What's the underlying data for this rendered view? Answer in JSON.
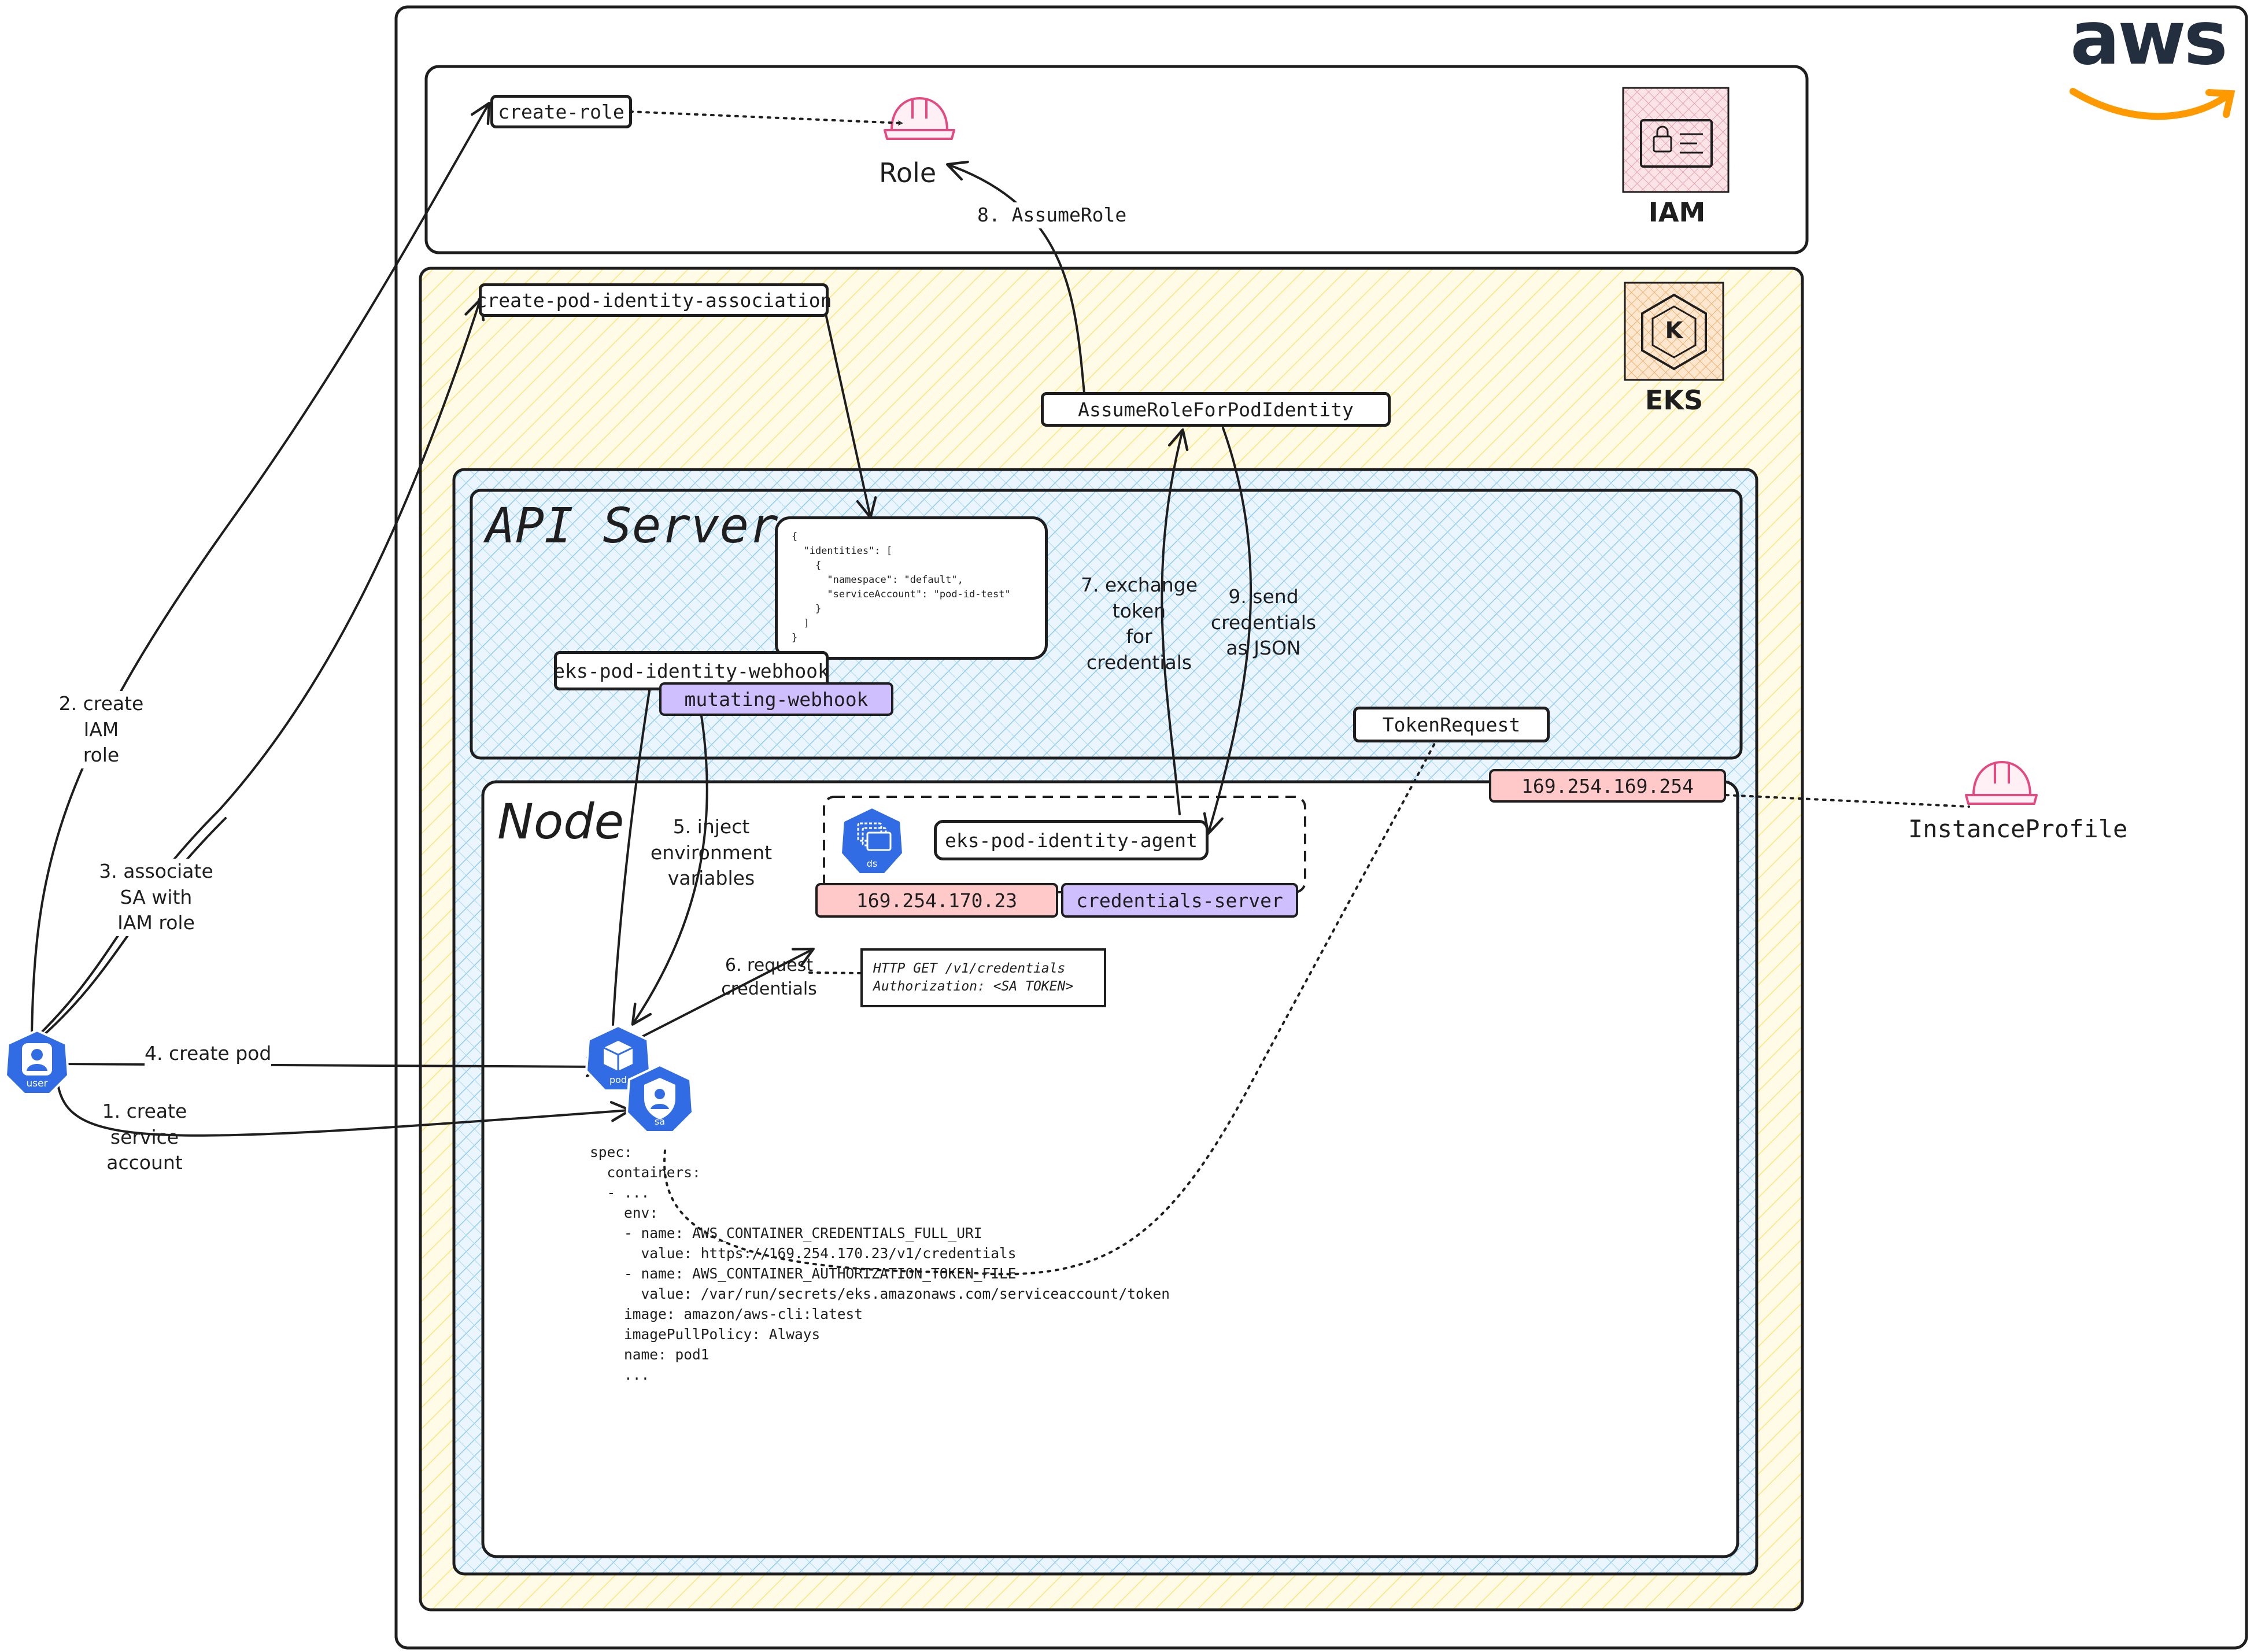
{
  "brand": {
    "logo": "aws"
  },
  "colors": {
    "eks_zone": "#fff4c4",
    "api_zone": "#c9e7fb",
    "ip_pill": "#ffc9c9",
    "purple_pill": "#d0bfff",
    "k8s_blue": "#326ce5",
    "role_pink": "#e64980",
    "aws_orange": "#ff9900"
  },
  "iam": {
    "label": "IAM",
    "icon": "iam-icon",
    "create_role": "create-role",
    "role_label": "Role",
    "role_icon": "hard-hat-icon"
  },
  "eks": {
    "label": "EKS",
    "icon": "eks-icon",
    "create_pia": "create-pod-identity-association",
    "assume_pi": "AssumeRoleForPodIdentity"
  },
  "api_server": {
    "title": "API Server",
    "webhook": "eks-pod-identity-webhook",
    "mutating": "mutating-webhook",
    "token_request": "TokenRequest",
    "json_lines": [
      "{",
      "  \"identities\": [",
      "    {",
      "      \"namespace\": \"default\",",
      "      \"serviceAccount\": \"pod-id-test\"",
      "    }",
      "  ]",
      "}"
    ]
  },
  "node": {
    "title": "Node",
    "agent": "eks-pod-identity-agent",
    "agent_icon": "ds-icon",
    "agent_icon_label": "ds",
    "agent_ip": "169.254.170.23",
    "credentials_server": "credentials-server",
    "imds_ip": "169.254.169.254",
    "http_lines": [
      "HTTP GET /v1/credentials",
      "Authorization: <SA TOKEN>"
    ],
    "pod_label": "pod",
    "sa_label": "sa",
    "spec_lines": [
      "spec:",
      "  containers:",
      "  - ...",
      "    env:",
      "    - name: AWS_CONTAINER_CREDENTIALS_FULL_URI",
      "      value: https://169.254.170.23/v1/credentials",
      "    - name: AWS_CONTAINER_AUTHORIZATION_TOKEN_FILE",
      "      value: /var/run/secrets/eks.amazonaws.com/serviceaccount/token",
      "    image: amazon/aws-cli:latest",
      "    imagePullPolicy: Always",
      "    name: pod1",
      "    ..."
    ]
  },
  "instance_profile": {
    "label": "InstanceProfile"
  },
  "user": {
    "label": "user"
  },
  "steps": {
    "s1": "1. create\nservice\naccount",
    "s2": "2. create\nIAM\nrole",
    "s3": "3. associate\nSA with\nIAM role",
    "s4": "4. create pod",
    "s5": "5. inject\nenvironment\nvariables",
    "s6": "6. request\ncredentials",
    "s7": "7. exchange\ntoken\nfor\ncredentials",
    "s8": "8. AssumeRole",
    "s9": "9. send\ncredentials\nas JSON"
  }
}
